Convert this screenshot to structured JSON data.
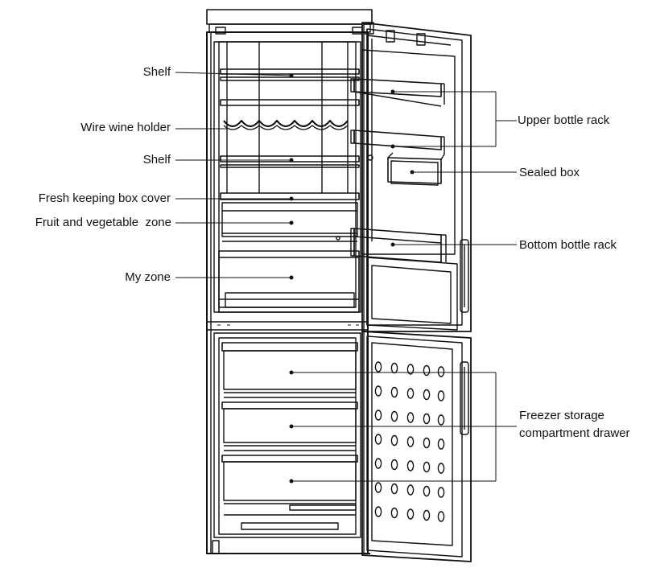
{
  "labels": {
    "left": {
      "shelf_top": "Shelf",
      "wire_wine_holder": "Wire wine holder",
      "shelf_mid": "Shelf",
      "fresh_box_cover": "Fresh keeping box cover",
      "fruit_veg_zone": "Fruit and vegetable  zone",
      "my_zone": "My zone"
    },
    "right": {
      "upper_bottle_rack": "Upper bottle rack",
      "sealed_box": "Sealed box",
      "bottom_bottle_rack": "Bottom bottle rack",
      "freezer_line1": "Freezer storage",
      "freezer_line2": "compartment drawer"
    }
  }
}
